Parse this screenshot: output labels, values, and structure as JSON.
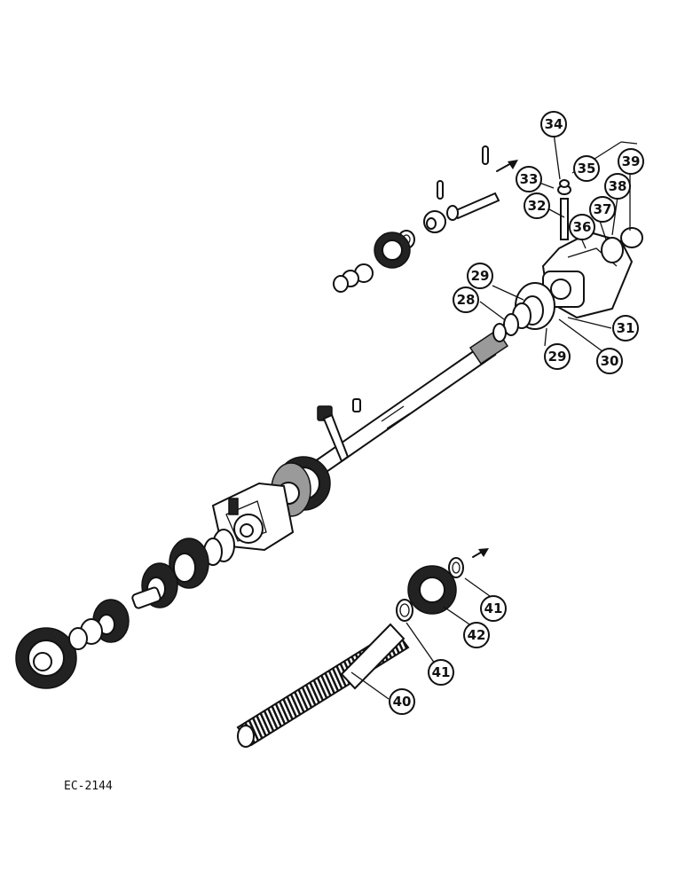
{
  "figure_code": "EC-2144",
  "callouts": [
    {
      "label": "34"
    },
    {
      "label": "33"
    },
    {
      "label": "35"
    },
    {
      "label": "39"
    },
    {
      "label": "32"
    },
    {
      "label": "38"
    },
    {
      "label": "37"
    },
    {
      "label": "36"
    },
    {
      "label": "29"
    },
    {
      "label": "28"
    },
    {
      "label": "31"
    },
    {
      "label": "29"
    },
    {
      "label": "30"
    },
    {
      "label": "41"
    },
    {
      "label": "42"
    },
    {
      "label": "41"
    },
    {
      "label": "40"
    }
  ]
}
